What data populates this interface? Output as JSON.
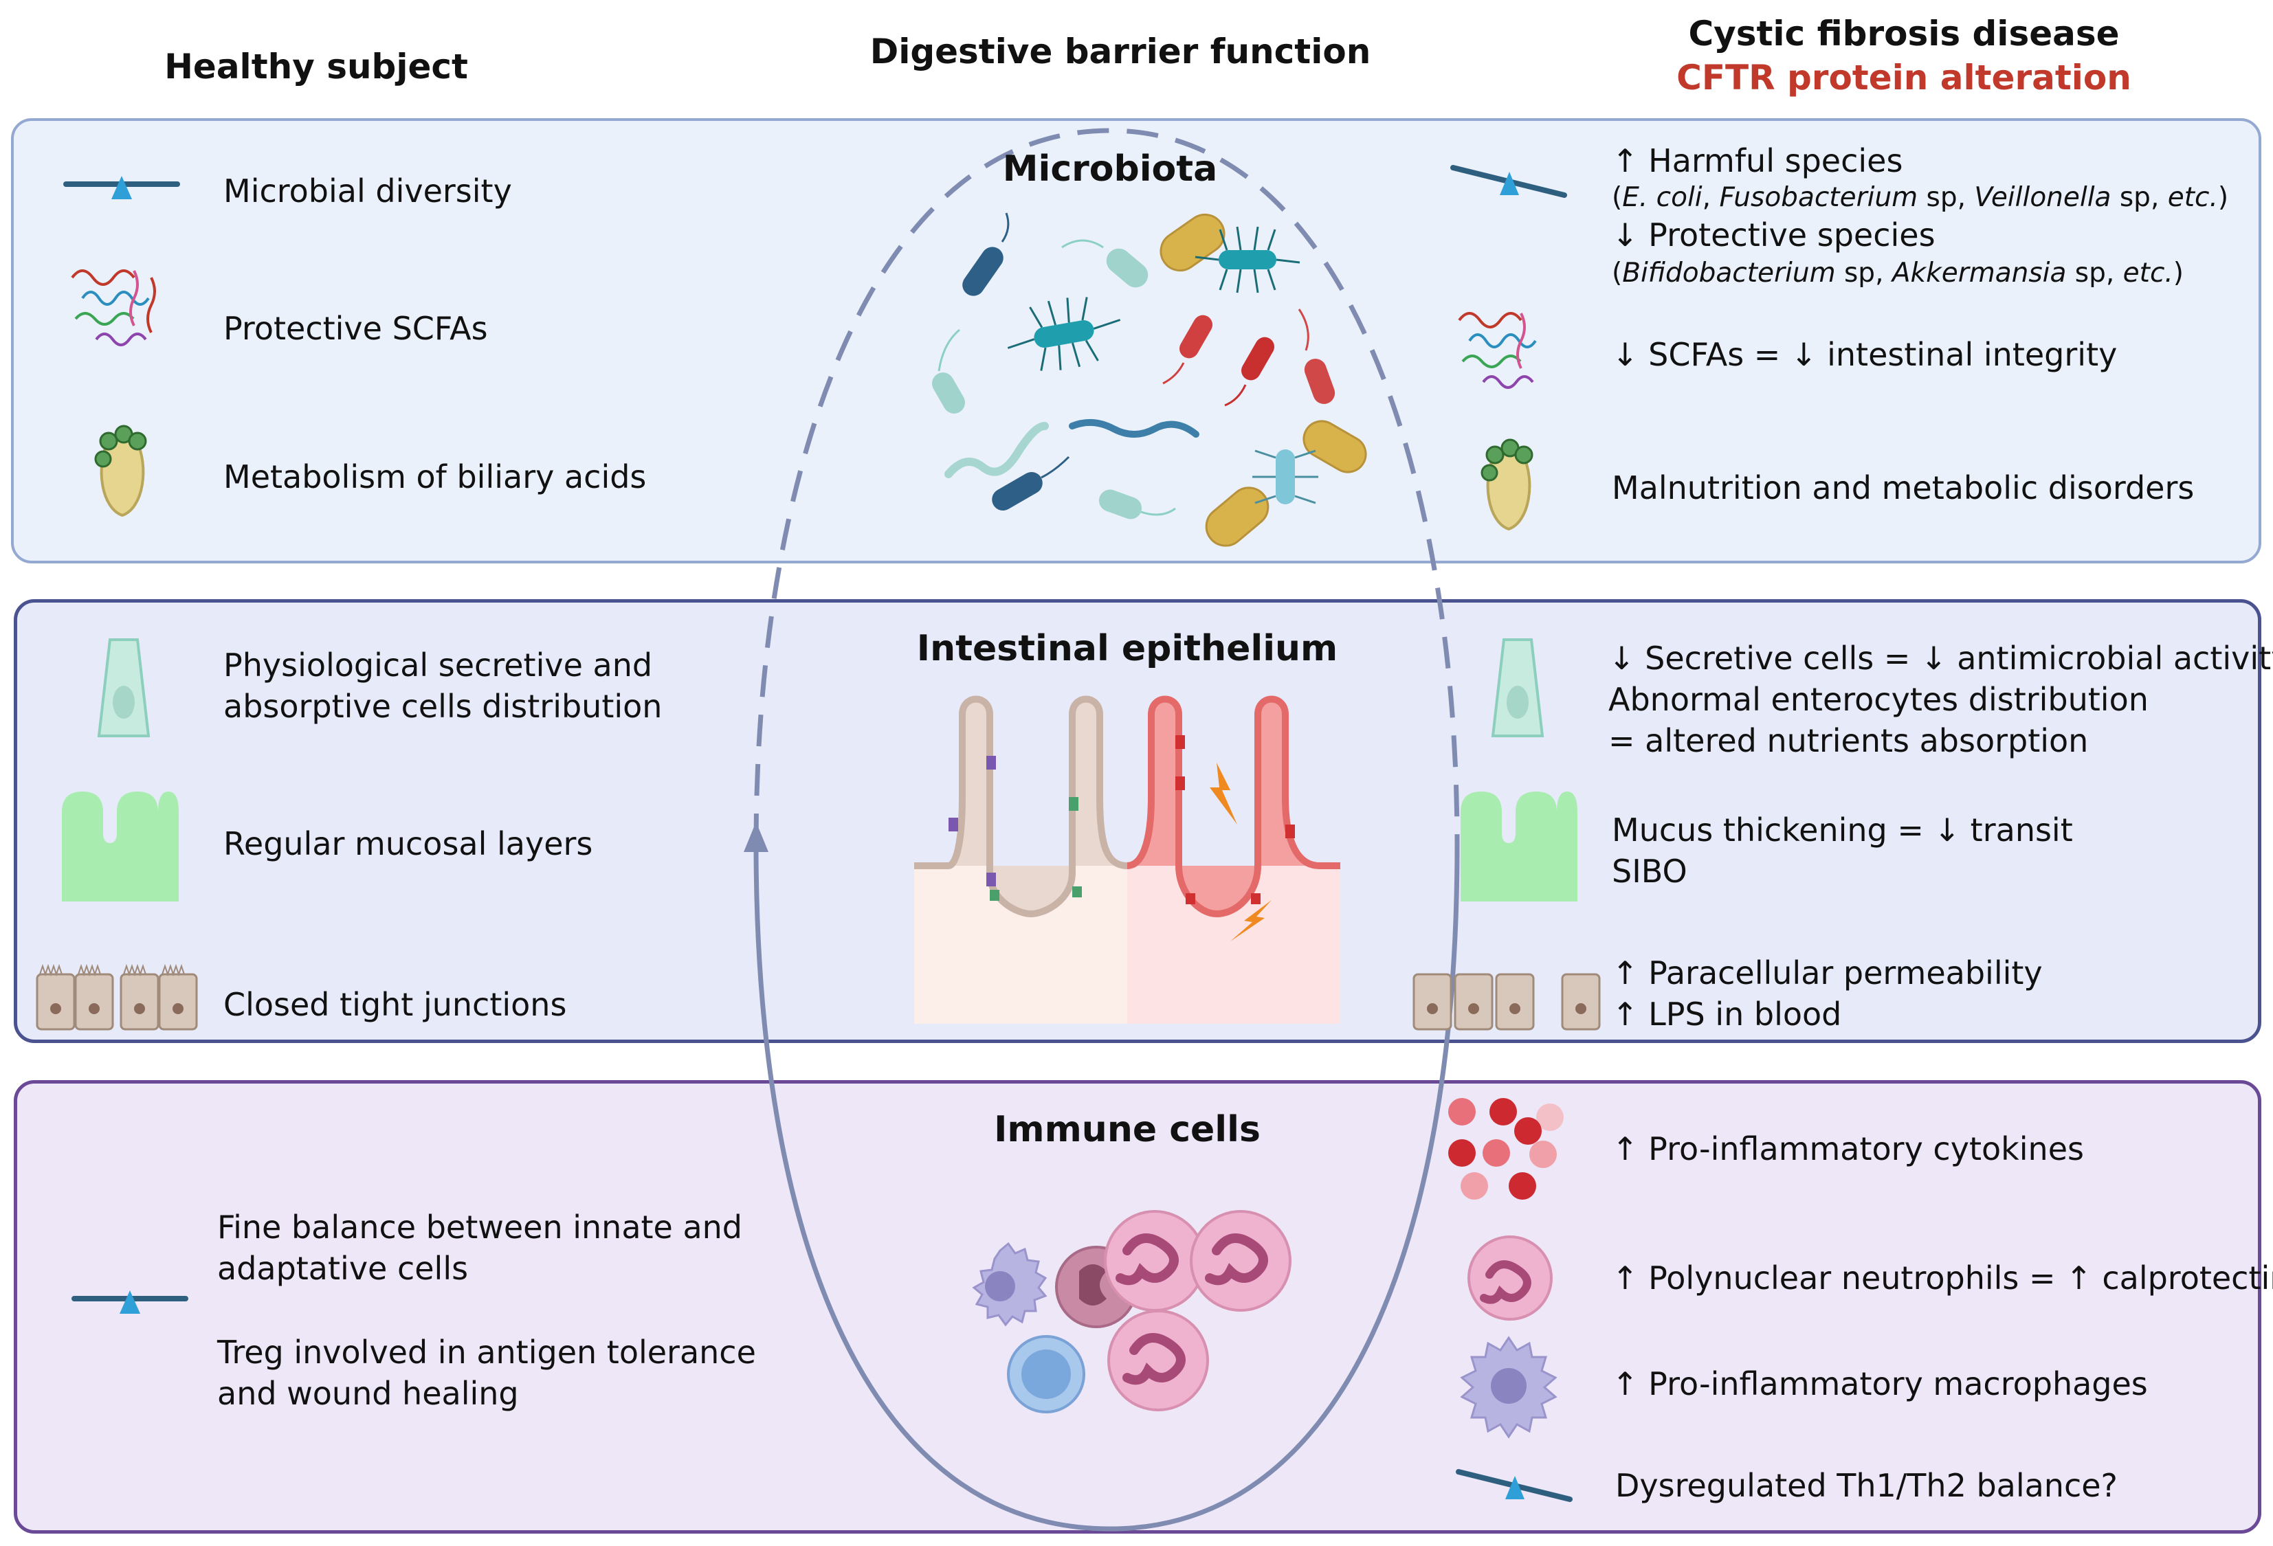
{
  "headers": {
    "healthy": "Healthy subject",
    "center": "Digestive barrier function",
    "cf_title": "Cystic fibrosis disease",
    "cf_subtitle": "CFTR protein alteration"
  },
  "colors": {
    "cf_subtitle": "#c0392b",
    "panel_microbiota_bg": "#eaf1fb",
    "panel_microbiota_border": "#93a9d1",
    "panel_epithelium_bg": "#e7eaf8",
    "panel_epithelium_border": "#4a5290",
    "panel_immune_bg": "#eee7f7",
    "panel_immune_border": "#6a4a96",
    "ellipse": "#7f8bb0"
  },
  "sections": {
    "microbiota": {
      "title": "Microbiota",
      "healthy": [
        "Microbial diversity",
        "Protective SCFAs",
        "Metabolism of biliary acids"
      ],
      "cf": {
        "harmful": "↑ Harmful species",
        "harmful_ex": {
          "open": "(",
          "e_coli": "E. coli",
          "sep1": ", ",
          "fuso": "Fusobacterium",
          "sp1": " sp, ",
          "veil": "Veillonella",
          "sp2": " sp, ",
          "etc": "etc.",
          "close": ")"
        },
        "protective": "↓ Protective species",
        "protective_ex": {
          "open": "(",
          "bifido": "Bifidobacterium",
          "sp1": " sp, ",
          "akk": "Akkermansia",
          "sp2": " sp, ",
          "etc": "etc.",
          "close": ")"
        },
        "scfa": "↓ SCFAs = ↓ intestinal integrity",
        "malnutrition": "Malnutrition and metabolic disorders"
      },
      "icons": [
        "balance-icon",
        "scfa-squiggles-icon",
        "bile-acid-icon"
      ]
    },
    "epithelium": {
      "title": "Intestinal epithelium",
      "healthy": {
        "cells_line1": "Physiological secretive and",
        "cells_line2": "absorptive cells distribution",
        "mucosal": "Regular mucosal layers",
        "junctions": "Closed tight junctions"
      },
      "cf": {
        "secretive": "↓ Secretive cells = ↓ antimicrobial activity",
        "entero1": "Abnormal enterocytes distribution",
        "entero2": "= altered nutrients absorption",
        "mucus": "Mucus thickening = ↓ transit",
        "sibo": "SIBO",
        "paracellular": "↑ Paracellular permeability",
        "lps": "↑ LPS in blood"
      },
      "icons": [
        "secretive-cell-icon",
        "mucosa-icon",
        "tight-junction-icon"
      ]
    },
    "immune": {
      "title": "Immune cells",
      "healthy": {
        "balance1": "Fine balance between innate and",
        "balance2": "adaptative cells",
        "treg1": "Treg involved in antigen tolerance",
        "treg2": "and wound healing"
      },
      "cf": {
        "cytokines": "↑ Pro-inflammatory cytokines",
        "neutrophils": "↑ Polynuclear neutrophils = ↑ calprotectin",
        "macrophages": "↑ Pro-inflammatory macrophages",
        "th": "Dysregulated Th1/Th2 balance?"
      },
      "icons": [
        "cytokine-dots-icon",
        "neutrophil-icon",
        "macrophage-icon",
        "balance-icon"
      ]
    }
  }
}
